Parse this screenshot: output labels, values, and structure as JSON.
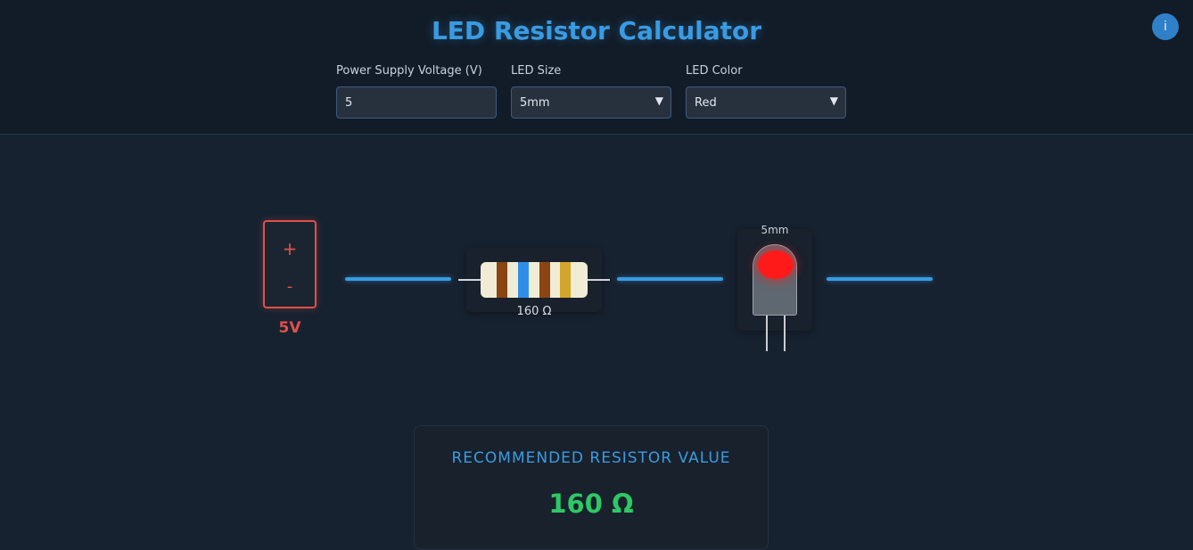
{
  "header": {
    "title": "LED Resistor Calculator",
    "info_label": "i"
  },
  "controls": {
    "voltage": {
      "label": "Power Supply Voltage (V)",
      "value": "5"
    },
    "led_size": {
      "label": "LED Size",
      "value": "5mm"
    },
    "led_color": {
      "label": "LED Color",
      "value": "Red"
    }
  },
  "circuit": {
    "battery": {
      "plus": "+",
      "minus": "-",
      "label": "5V",
      "color": "#e0504a"
    },
    "resistor": {
      "label": "160 Ω",
      "bands": [
        "#8b4513",
        "#2f8fe8",
        "#8b4513",
        "#d4a52b"
      ]
    },
    "led": {
      "size_label": "5mm",
      "color": "#ff1a1a"
    },
    "wire_color": "#3a9be2"
  },
  "result": {
    "title": "RECOMMENDED RESISTOR VALUE",
    "value": "160 Ω",
    "value_color": "#2ec866"
  }
}
